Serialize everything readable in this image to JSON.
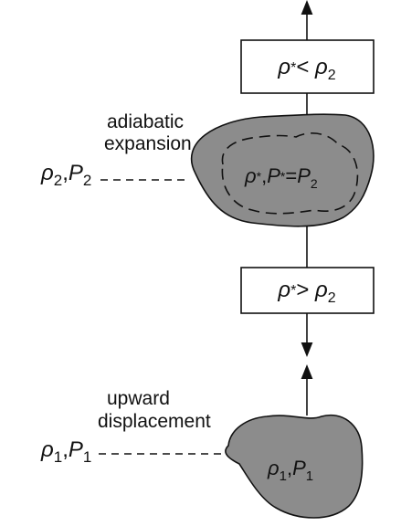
{
  "labels": {
    "adiabatic_line1": "adiabatic",
    "adiabatic_line2": "expansion",
    "upward_line1": "upward",
    "upward_line2": "displacement"
  },
  "upper_level": {
    "rho": "ρ",
    "rho_sub": "2",
    "p": "P",
    "p_sub": "2"
  },
  "lower_level": {
    "rho": "ρ",
    "rho_sub": "1",
    "p": "P",
    "p_sub": "1"
  },
  "top_box": {
    "lhs": "ρ",
    "lhs_sub": "*",
    "op": "<",
    "rhs": "ρ",
    "rhs_sub": "2"
  },
  "mid_box": {
    "lhs": "ρ",
    "lhs_sub": "*",
    "op": ">",
    "rhs": "ρ",
    "rhs_sub": "2"
  },
  "upper_parcel": {
    "rho": "ρ",
    "rho_sub": "*",
    "p": "P",
    "p_sub": "*",
    "eq": "=",
    "p2": "P",
    "p2_sub": "2"
  },
  "lower_parcel": {
    "rho": "ρ",
    "rho_sub": "1",
    "p": "P",
    "p_sub": "1"
  },
  "colors": {
    "parcel_fill": "#8c8c8c",
    "line": "#111111",
    "background": "#ffffff"
  }
}
